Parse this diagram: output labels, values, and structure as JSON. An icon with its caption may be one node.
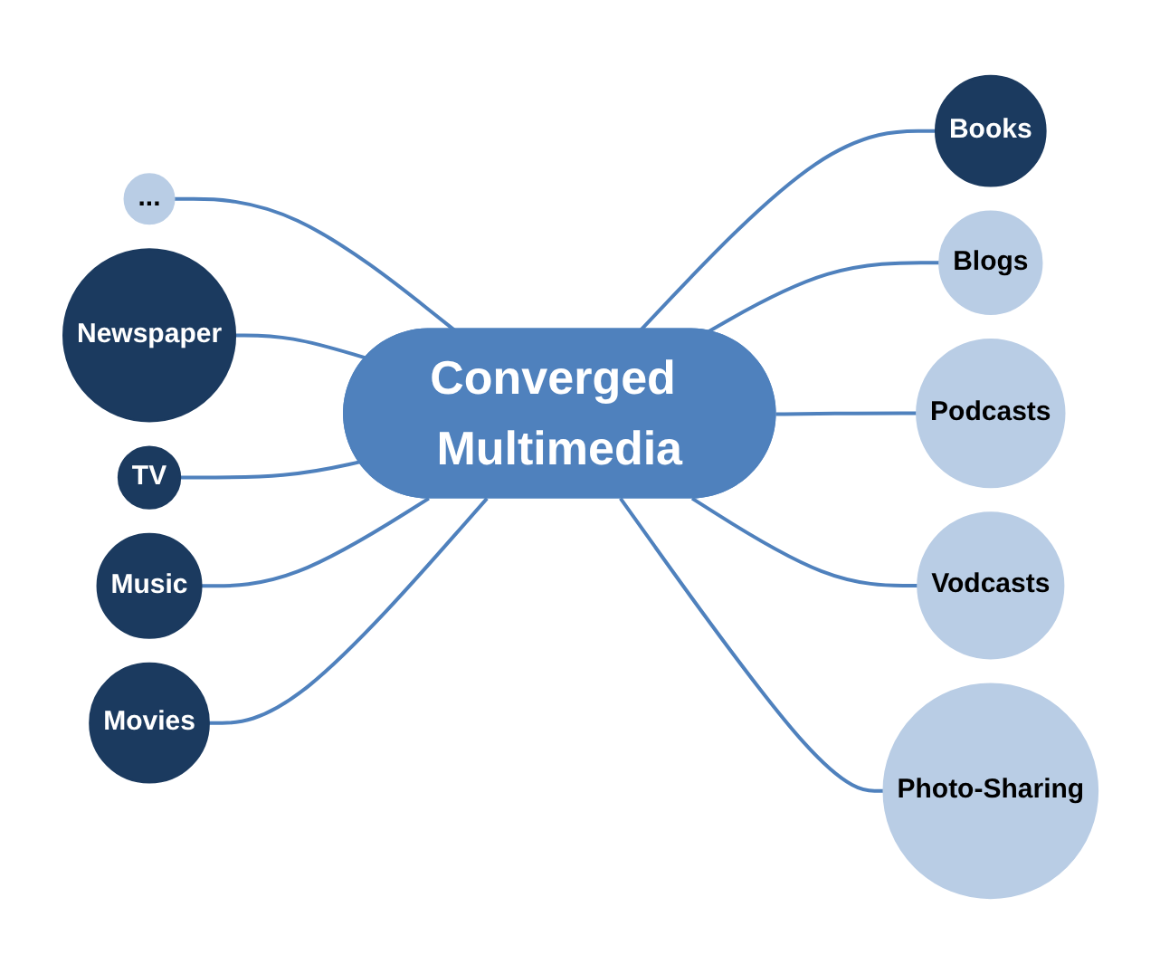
{
  "diagram": {
    "nodes": [
      {
        "text": [
          "Converged Multimedia"
        ]
      },
      {
        "text": [
          "Books"
        ]
      },
      {
        "text": [
          "Blogs"
        ]
      },
      {
        "text": [
          "Podcasts"
        ]
      },
      {
        "text": [
          "Vodcasts"
        ]
      },
      {
        "text": [
          "Photo-Sharing"
        ]
      },
      {
        "text": [
          "..."
        ]
      },
      {
        "text": [
          "Newspaper"
        ]
      },
      {
        "text": [
          "TV"
        ]
      },
      {
        "text": [
          "Music"
        ]
      },
      {
        "text": [
          "Movies"
        ]
      }
    ],
    "edges": [
      {
        "from": 0,
        "to": 1,
        "arrow": "none"
      },
      {
        "from": 0,
        "to": 2,
        "arrow": "none"
      },
      {
        "from": 0,
        "to": 3,
        "arrow": "none"
      },
      {
        "from": 0,
        "to": 4,
        "arrow": "none"
      },
      {
        "from": 0,
        "to": 5,
        "arrow": "none"
      },
      {
        "from": 6,
        "to": 0,
        "arrow": "none"
      },
      {
        "from": 7,
        "to": 0,
        "arrow": "none"
      },
      {
        "from": 8,
        "to": 0,
        "arrow": "none"
      },
      {
        "from": 9,
        "to": 0,
        "arrow": "none"
      },
      {
        "from": 10,
        "to": 0,
        "arrow": "none"
      }
    ]
  }
}
